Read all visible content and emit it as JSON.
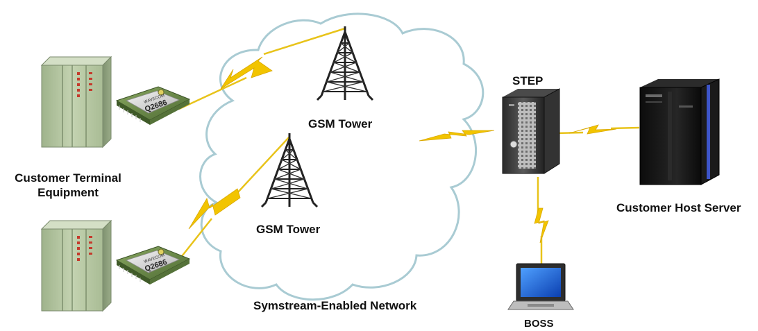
{
  "labels": {
    "gsm_tower_top": "GSM Tower",
    "gsm_tower_bottom": "GSM Tower",
    "network": "Symstream-Enabled Network",
    "step": "STEP",
    "customer_terminal_line1": "Customer Terminal",
    "customer_terminal_line2": "Equipment",
    "customer_host_server": "Customer Host Server",
    "boss": "BOSS"
  },
  "module_text": {
    "top_brand": "WAVECOM",
    "top_model": "Q2686",
    "bottom_brand": "WAVECOM",
    "bottom_model": "Q2686"
  },
  "colors": {
    "lightning": "#f2c400",
    "link_line": "#e8c31a",
    "cloud_outline": "#a9cbd3",
    "cabinet": "#b9c9a6",
    "module_pcb": "#6f8f4c",
    "server_dark": "#151515",
    "server_accent": "#3d55c8",
    "screen_blue": "#1f63d8"
  },
  "icons": [
    "cloud-icon",
    "gsm-tower-icon",
    "terminal-cabinet-icon",
    "modem-module-icon",
    "step-server-icon",
    "host-server-icon",
    "laptop-icon",
    "lightning-icon"
  ]
}
